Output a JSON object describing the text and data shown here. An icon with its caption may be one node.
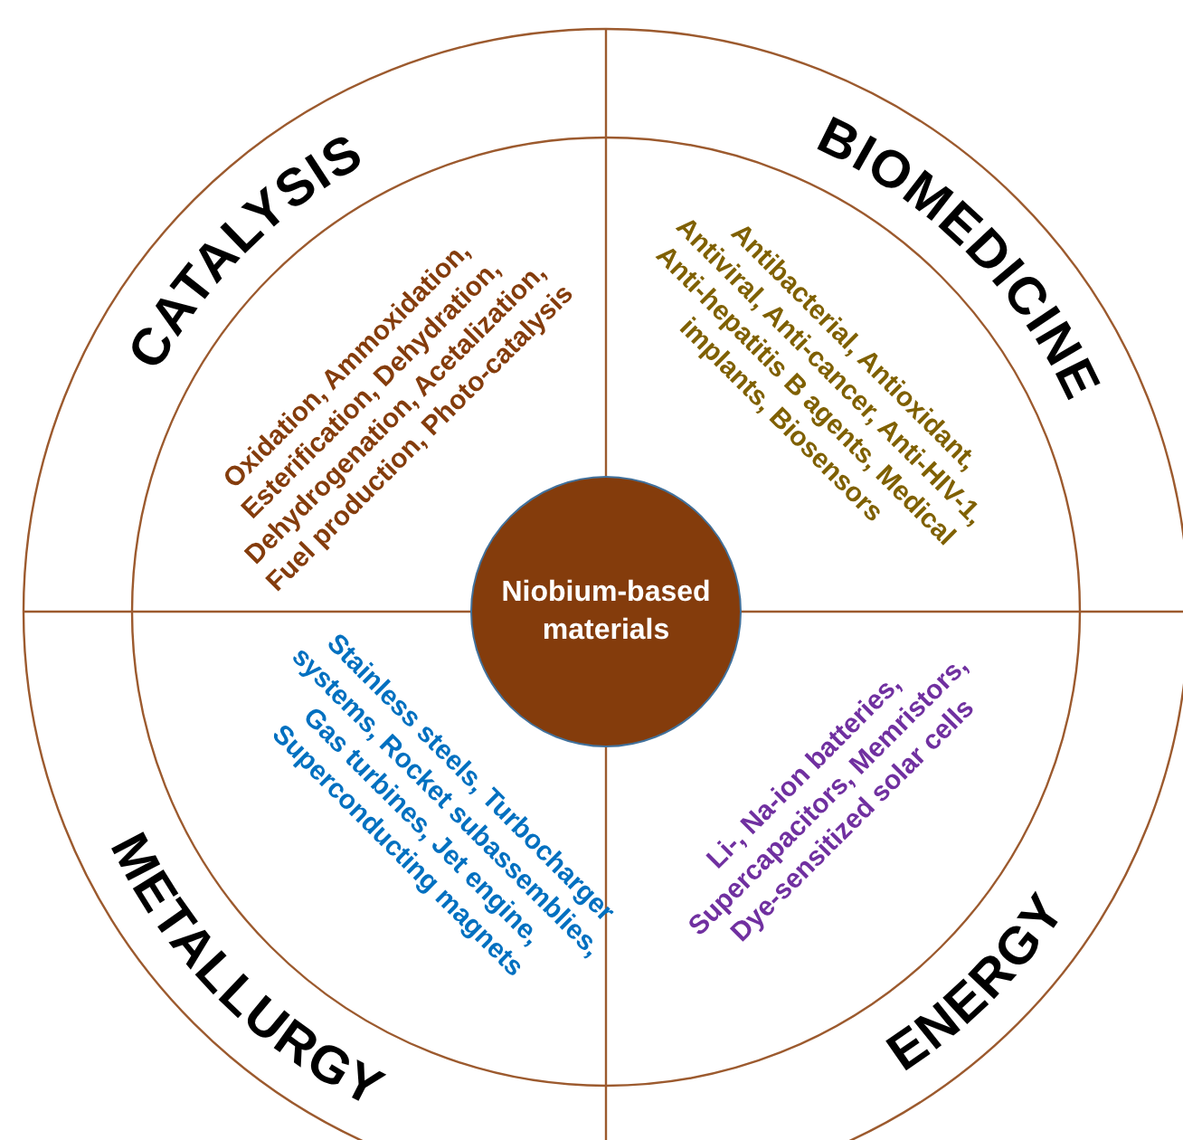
{
  "diagram": {
    "nodes": [
      {
        "text": [
          "CATALYSIS",
          "Oxidation, Ammoxidation, Esterification, Dehydration, Dehydrogenation, Acetalization, Fuel production, Photo-catalysis"
        ]
      },
      {
        "text": [
          "BIOMEDICINE",
          "Antibacterial, Antioxidant, Antiviral, Anti-cancer, Anti-HIV-1, Anti-hepatitis B agents, Medical implants, Biosensors"
        ]
      },
      {
        "text": [
          "Niobium-based materials"
        ]
      },
      {
        "text": [
          "METALLURGY",
          "Stainless steels, Turbocharger systems, Rocket subassemblies, Gas turbines, Jet engine, Superconducting magnets"
        ]
      },
      {
        "text": [
          "ENERGY",
          "Li-, Na-ion batteries, Supercapacitors, Memristors, Dye-sensitized solar cells"
        ]
      }
    ]
  }
}
